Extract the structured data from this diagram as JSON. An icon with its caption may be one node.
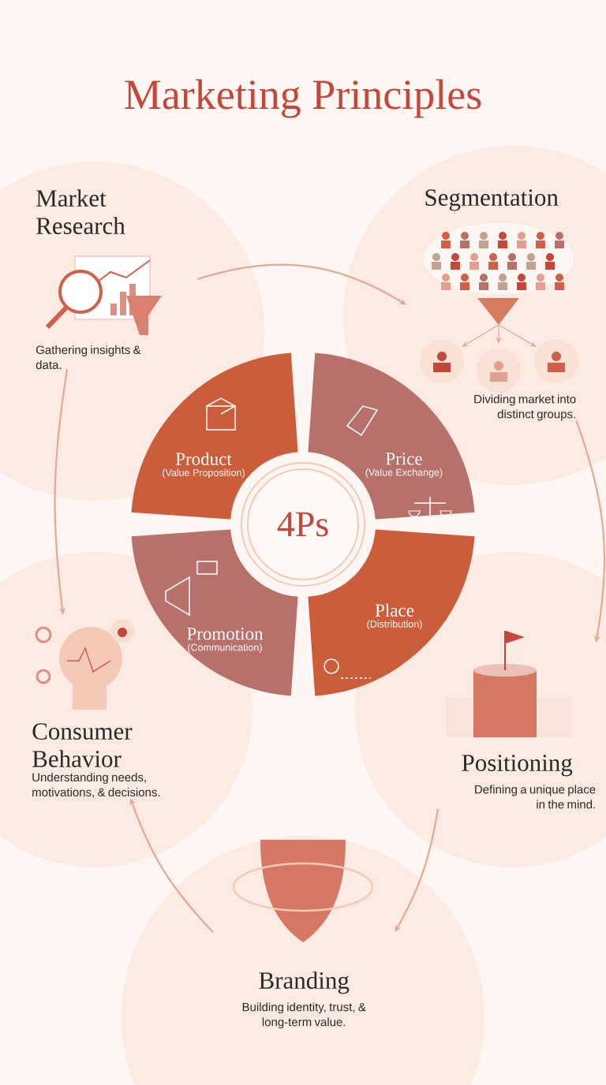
{
  "diagram": {
    "title": "Marketing Principles",
    "nodes": [
      {
        "text": [
          "Market Research",
          "Gathering insights & data."
        ]
      },
      {
        "text": [
          "Segmentation",
          "Dividing market into distinct groups."
        ]
      },
      {
        "text": [
          "Positioning",
          "Defining a unique place in the mind."
        ]
      },
      {
        "text": [
          "Branding",
          "Building identity, trust, & long-term value."
        ]
      },
      {
        "text": [
          "Consumer Behavior",
          "Understanding needs, motivations, & decisions."
        ]
      },
      {
        "text": [
          "4Ps"
        ]
      },
      {
        "text": [
          "Product",
          "(Value Proposition)"
        ]
      },
      {
        "text": [
          "Price",
          "(Value Exchange)"
        ]
      },
      {
        "text": [
          "Place",
          "(Distribution)"
        ]
      },
      {
        "text": [
          "Promotion",
          "(Communication)"
        ]
      }
    ],
    "edges": [
      {
        "from": 0,
        "to": 1,
        "arrow": "to"
      },
      {
        "from": 1,
        "to": 2,
        "arrow": "to"
      },
      {
        "from": 2,
        "to": 3,
        "arrow": "to"
      },
      {
        "from": 3,
        "to": 4,
        "arrow": "to"
      },
      {
        "from": 0,
        "to": 4,
        "arrow": "to"
      }
    ]
  }
}
